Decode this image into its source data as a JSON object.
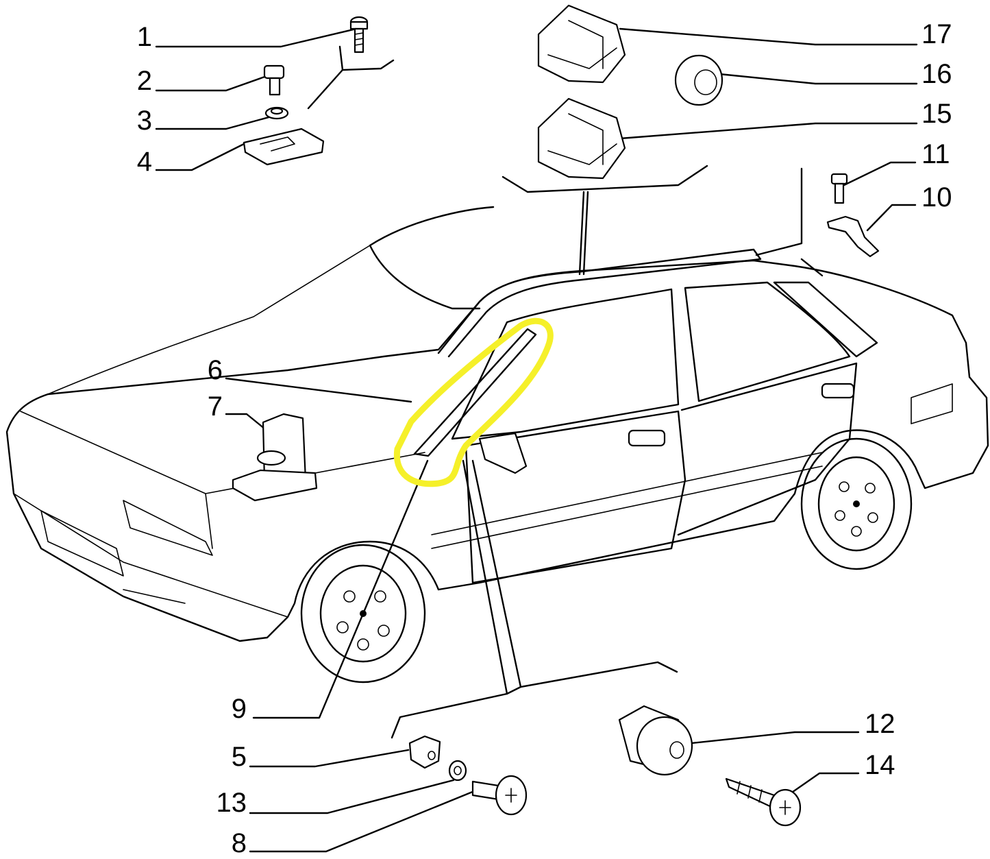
{
  "labels": {
    "l1": "1",
    "l2": "2",
    "l3": "3",
    "l4": "4",
    "l5": "5",
    "l6": "6",
    "l7": "7",
    "l8": "8",
    "l9": "9",
    "l10": "10",
    "l11": "11",
    "l12": "12",
    "l13": "13",
    "l14": "14",
    "l15": "15",
    "l16": "16",
    "l17": "17"
  },
  "colors": {
    "highlight": "#f5f02a",
    "ink": "#000000",
    "background": "#ffffff"
  }
}
